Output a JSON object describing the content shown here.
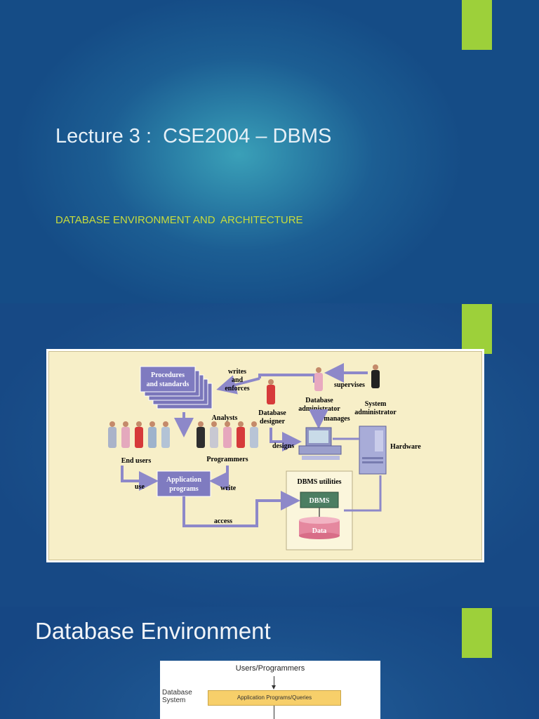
{
  "slide1": {
    "title": "Lecture 3 :  CSE2004 – DBMS",
    "subtitle": "DATABASE ENVIRONMENT AND  ARCHITECTURE",
    "accent_color": "#9dd03a"
  },
  "slide2": {
    "diagram": {
      "procedures": "Procedures",
      "and_standards": "and standards",
      "writes": "writes",
      "and": "and",
      "enforces": "enforces",
      "supervises": "supervises",
      "analysts": "Analysts",
      "database": "Database",
      "designer": "designer",
      "dbadmin_line1": "Database",
      "dbadmin_line2": "administrator",
      "sysadmin_line1": "System",
      "sysadmin_line2": "administrator",
      "manages": "manages",
      "end_users": "End users",
      "programmers": "Programmers",
      "designs": "designs",
      "hardware": "Hardware",
      "app_line1": "Application",
      "app_line2": "programs",
      "use": "use",
      "write": "write",
      "dbms_utilities": "DBMS utilities",
      "dbms": "DBMS",
      "data": "Data",
      "access": "access"
    }
  },
  "slide3": {
    "title": "Database Environment",
    "users_programmers": "Users/Programmers",
    "database_system_line1": "Database",
    "database_system_line2": "System",
    "app_queries": "Application Programs/Queries"
  }
}
